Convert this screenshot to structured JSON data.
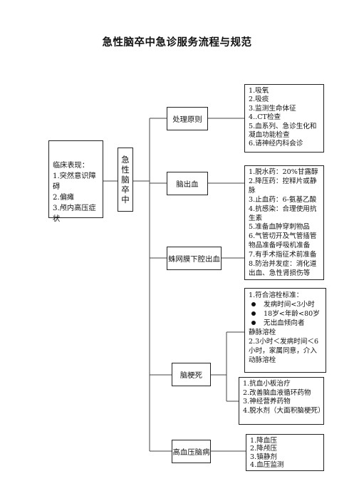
{
  "title": "急性脑卒中急诊服务流程与规范",
  "clinical": {
    "heading": "临床表现：",
    "items": [
      "1.突然意识障碍",
      "2.偏瘫",
      "3.颅内高压症状"
    ]
  },
  "stroke_label": [
    "急",
    "性",
    "脑",
    "卒",
    "中"
  ],
  "categories": [
    {
      "id": "principle",
      "label": "处理原则"
    },
    {
      "id": "hemorrhage",
      "label": "脑出血"
    },
    {
      "id": "sah",
      "label": "蛛网膜下腔出血"
    },
    {
      "id": "infarction",
      "label": "脑梗死"
    },
    {
      "id": "hypertensive",
      "label": "高血压脑病"
    }
  ],
  "details": {
    "principle": [
      "1.吸氧",
      "2.吸痰",
      "3.监测生命体征",
      "4..CT检查",
      "5.血系列、急诊生化和凝血功能检查",
      "6.请神经内科会诊"
    ],
    "hemorrhage_sah": [
      "1.脱水药：20%甘露醇",
      "2.降压药：控释片或静脉",
      "3.止血药：6-氨基乙酸",
      "4.抗感染：合理使用抗生素",
      "5.准备血肿穿刺物品",
      "6.气管切开及气管插管物品准备呼吸机准备",
      "7.有手术指征术前准备",
      "8.防治并发症：消化道出血、急性肾损伤等"
    ],
    "thrombolysis": {
      "heading": "1.符合溶栓标准：",
      "bullets": [
        "发病时间<3小时",
        "18岁<年龄<80岁",
        "无出血倾向者"
      ],
      "after": [
        "静脉溶栓",
        "2.3小时＜发病时间＜6小时，家属同意，介入动脉溶栓"
      ]
    },
    "infarction_treatment": [
      "1.抗血小板治疗",
      "2.改善脑血液循环药物",
      "3.神经营养药物",
      "4.脱水剂（大面积脑梗死）"
    ],
    "hypertensive": [
      "1.降血压",
      "2.降颅压",
      "3.镇静剂",
      "4.血压监测"
    ]
  }
}
